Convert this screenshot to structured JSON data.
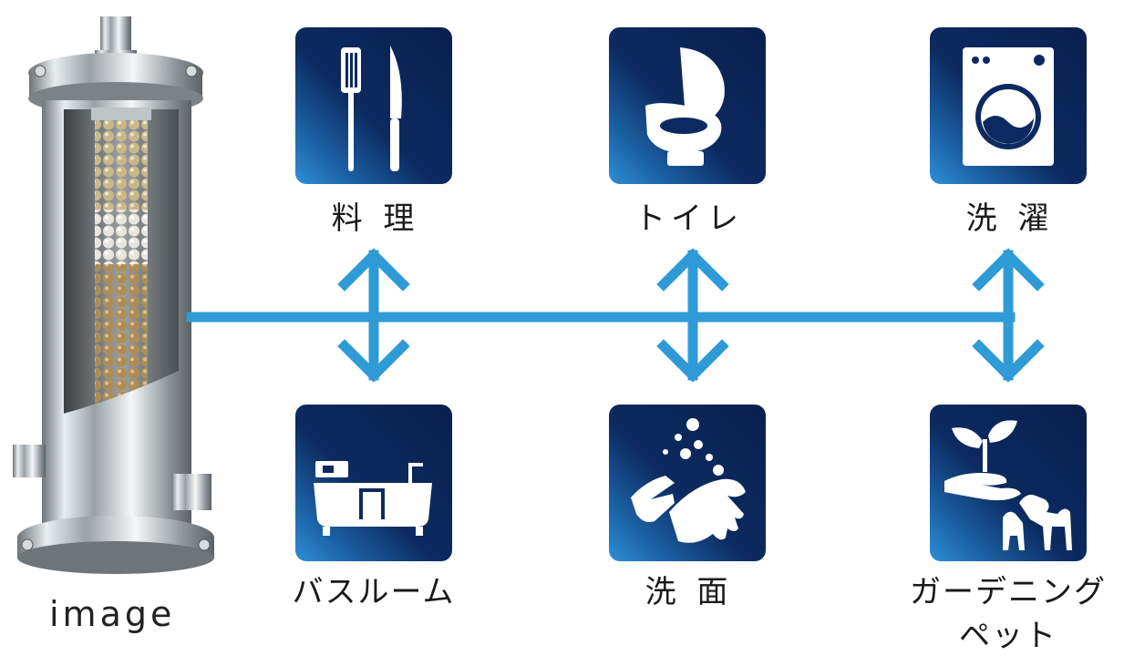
{
  "caption": "image",
  "tiles": {
    "cooking": "料 理",
    "toilet": "トイレ",
    "laundry": "洗 濯",
    "bathroom": "バスルーム",
    "washbasin": "洗 面",
    "gardening_line1": "ガーデニング",
    "gardening_line2": "ペット"
  },
  "colors": {
    "tile_dark": "#0a1f4e",
    "tile_light": "#2f8fd6",
    "pipe": "#2f9bd6",
    "icon": "#ffffff"
  }
}
